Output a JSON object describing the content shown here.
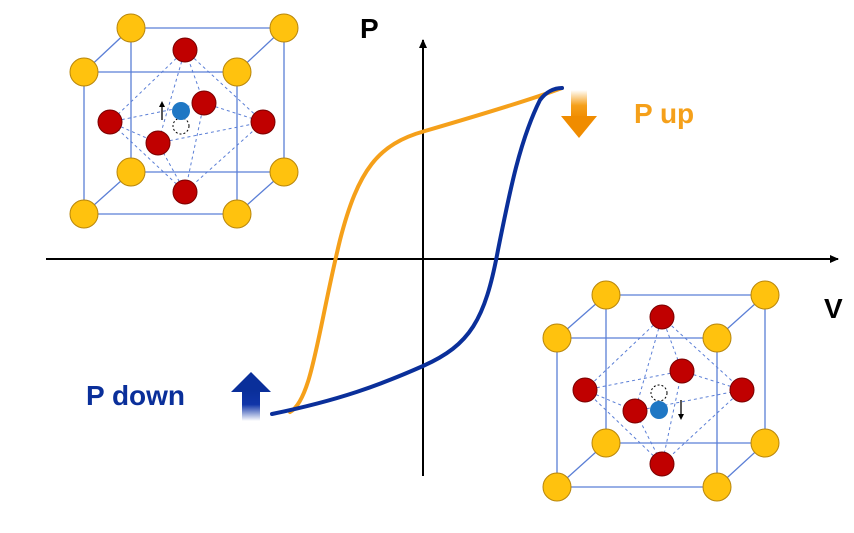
{
  "axes": {
    "y_label": "P",
    "x_label": "V"
  },
  "states": {
    "up_label": "P up",
    "down_label": "P down"
  },
  "colors": {
    "up": "#F5A01A",
    "down": "#0A2F9A",
    "axis": "#000000",
    "a_site": "#FFC20E",
    "o_site": "#C00000",
    "b_site": "#1F77C4",
    "cell_line": "#5B7FD6"
  },
  "icons": {
    "up_arrow": "arrow-down-icon",
    "down_arrow": "arrow-up-icon"
  }
}
